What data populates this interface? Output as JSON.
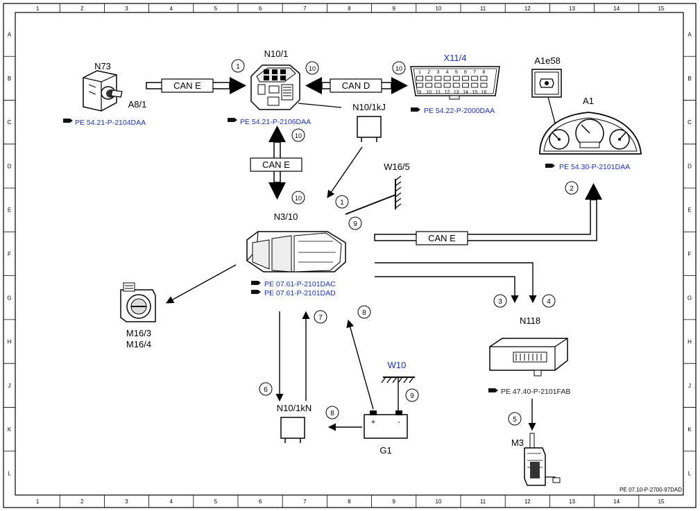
{
  "frame": {
    "columns": [
      "1",
      "2",
      "3",
      "4",
      "5",
      "6",
      "7",
      "8",
      "9",
      "10",
      "11",
      "12",
      "13",
      "14",
      "15"
    ],
    "rows": [
      "A",
      "B",
      "C",
      "D",
      "E",
      "F",
      "G",
      "H",
      "J",
      "K",
      "L"
    ],
    "doc_id": "PE 07.10-P-2700-97DAD"
  },
  "components": {
    "n73": "N73",
    "a8_1": "A8/1",
    "n10_1": "N10/1",
    "x11_4": "X11/4",
    "a1e58": "A1e58",
    "a1": "A1",
    "n10_1kj": "N10/1kJ",
    "w16_5": "W16/5",
    "n3_10": "N3/10",
    "m16_3": "M16/3",
    "m16_4": "M16/4",
    "n118": "N118",
    "w10": "W10",
    "n10_1kn": "N10/1kN",
    "g1": "G1",
    "m3": "M3"
  },
  "refs": {
    "n73": "PE 54.21-P-2104DAA",
    "n10_1": "PE 54.21-P-2106DAA",
    "x11_4": "PE 54.22-P-2000DAA",
    "a1": "PE 54.30-P-2101DAA",
    "n3_10_a": "PE 07.61-P-2101DAC",
    "n3_10_b": "PE 07.61-P-2101DAD",
    "n118": "PE 47.40-P-2101FAB"
  },
  "buses": {
    "can_e": "CAN E",
    "can_d": "CAN D"
  },
  "callouts": {
    "c1a": "1",
    "c1b": "1",
    "c2": "2",
    "c3": "3",
    "c4": "4",
    "c5": "5",
    "c6": "6",
    "c7": "7",
    "c8a": "8",
    "c8b": "8",
    "c9a": "9",
    "c9b": "9",
    "c10a": "10",
    "c10b": "10",
    "c10c": "10",
    "c10d": "10"
  },
  "battery": {
    "plus": "+",
    "minus": "-"
  },
  "obd_pins_top": [
    "1",
    "2",
    "3",
    "4",
    "5",
    "6",
    "7",
    "8"
  ],
  "obd_pins_bottom": [
    "9",
    "10",
    "11",
    "12",
    "13",
    "14",
    "15",
    "16"
  ],
  "colors": {
    "reference_link": "#1a2fb8",
    "line": "#000000"
  }
}
